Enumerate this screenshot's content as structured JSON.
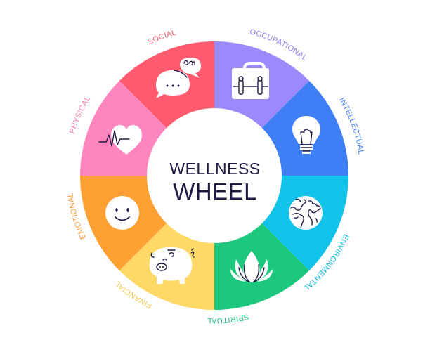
{
  "title": {
    "line1": "WELLNESS",
    "line2": "WHEEL"
  },
  "center_color": "#ffffff",
  "text_color": "#1d1b45",
  "segments": [
    {
      "label": "OCCUPATIONAL",
      "color": "#9b8afb",
      "label_color": "#8f80f0",
      "icon": "briefcase-icon"
    },
    {
      "label": "INTELLECTUAL",
      "color": "#3f7ff6",
      "label_color": "#3f7ff6",
      "icon": "lightbulb-icon"
    },
    {
      "label": "ENVIRONMENTAL",
      "color": "#11c3e8",
      "label_color": "#11b8dc",
      "icon": "globe-icon"
    },
    {
      "label": "SPIRITUAL",
      "color": "#1dc77e",
      "label_color": "#1dc77e",
      "icon": "lotus-icon"
    },
    {
      "label": "FINANCIAL",
      "color": "#ffd866",
      "label_color": "#f6cc4c",
      "icon": "piggy-bank-icon"
    },
    {
      "label": "EMOTIONAL",
      "color": "#ffa132",
      "label_color": "#f59a34",
      "icon": "smiley-face-icon"
    },
    {
      "label": "PHYSICAL",
      "color": "#ff85be",
      "label_color": "#f57fb6",
      "icon": "heartbeat-icon"
    },
    {
      "label": "SOCIAL",
      "color": "#ff5a6e",
      "label_color": "#f25068",
      "icon": "chat-bubbles-icon"
    }
  ]
}
